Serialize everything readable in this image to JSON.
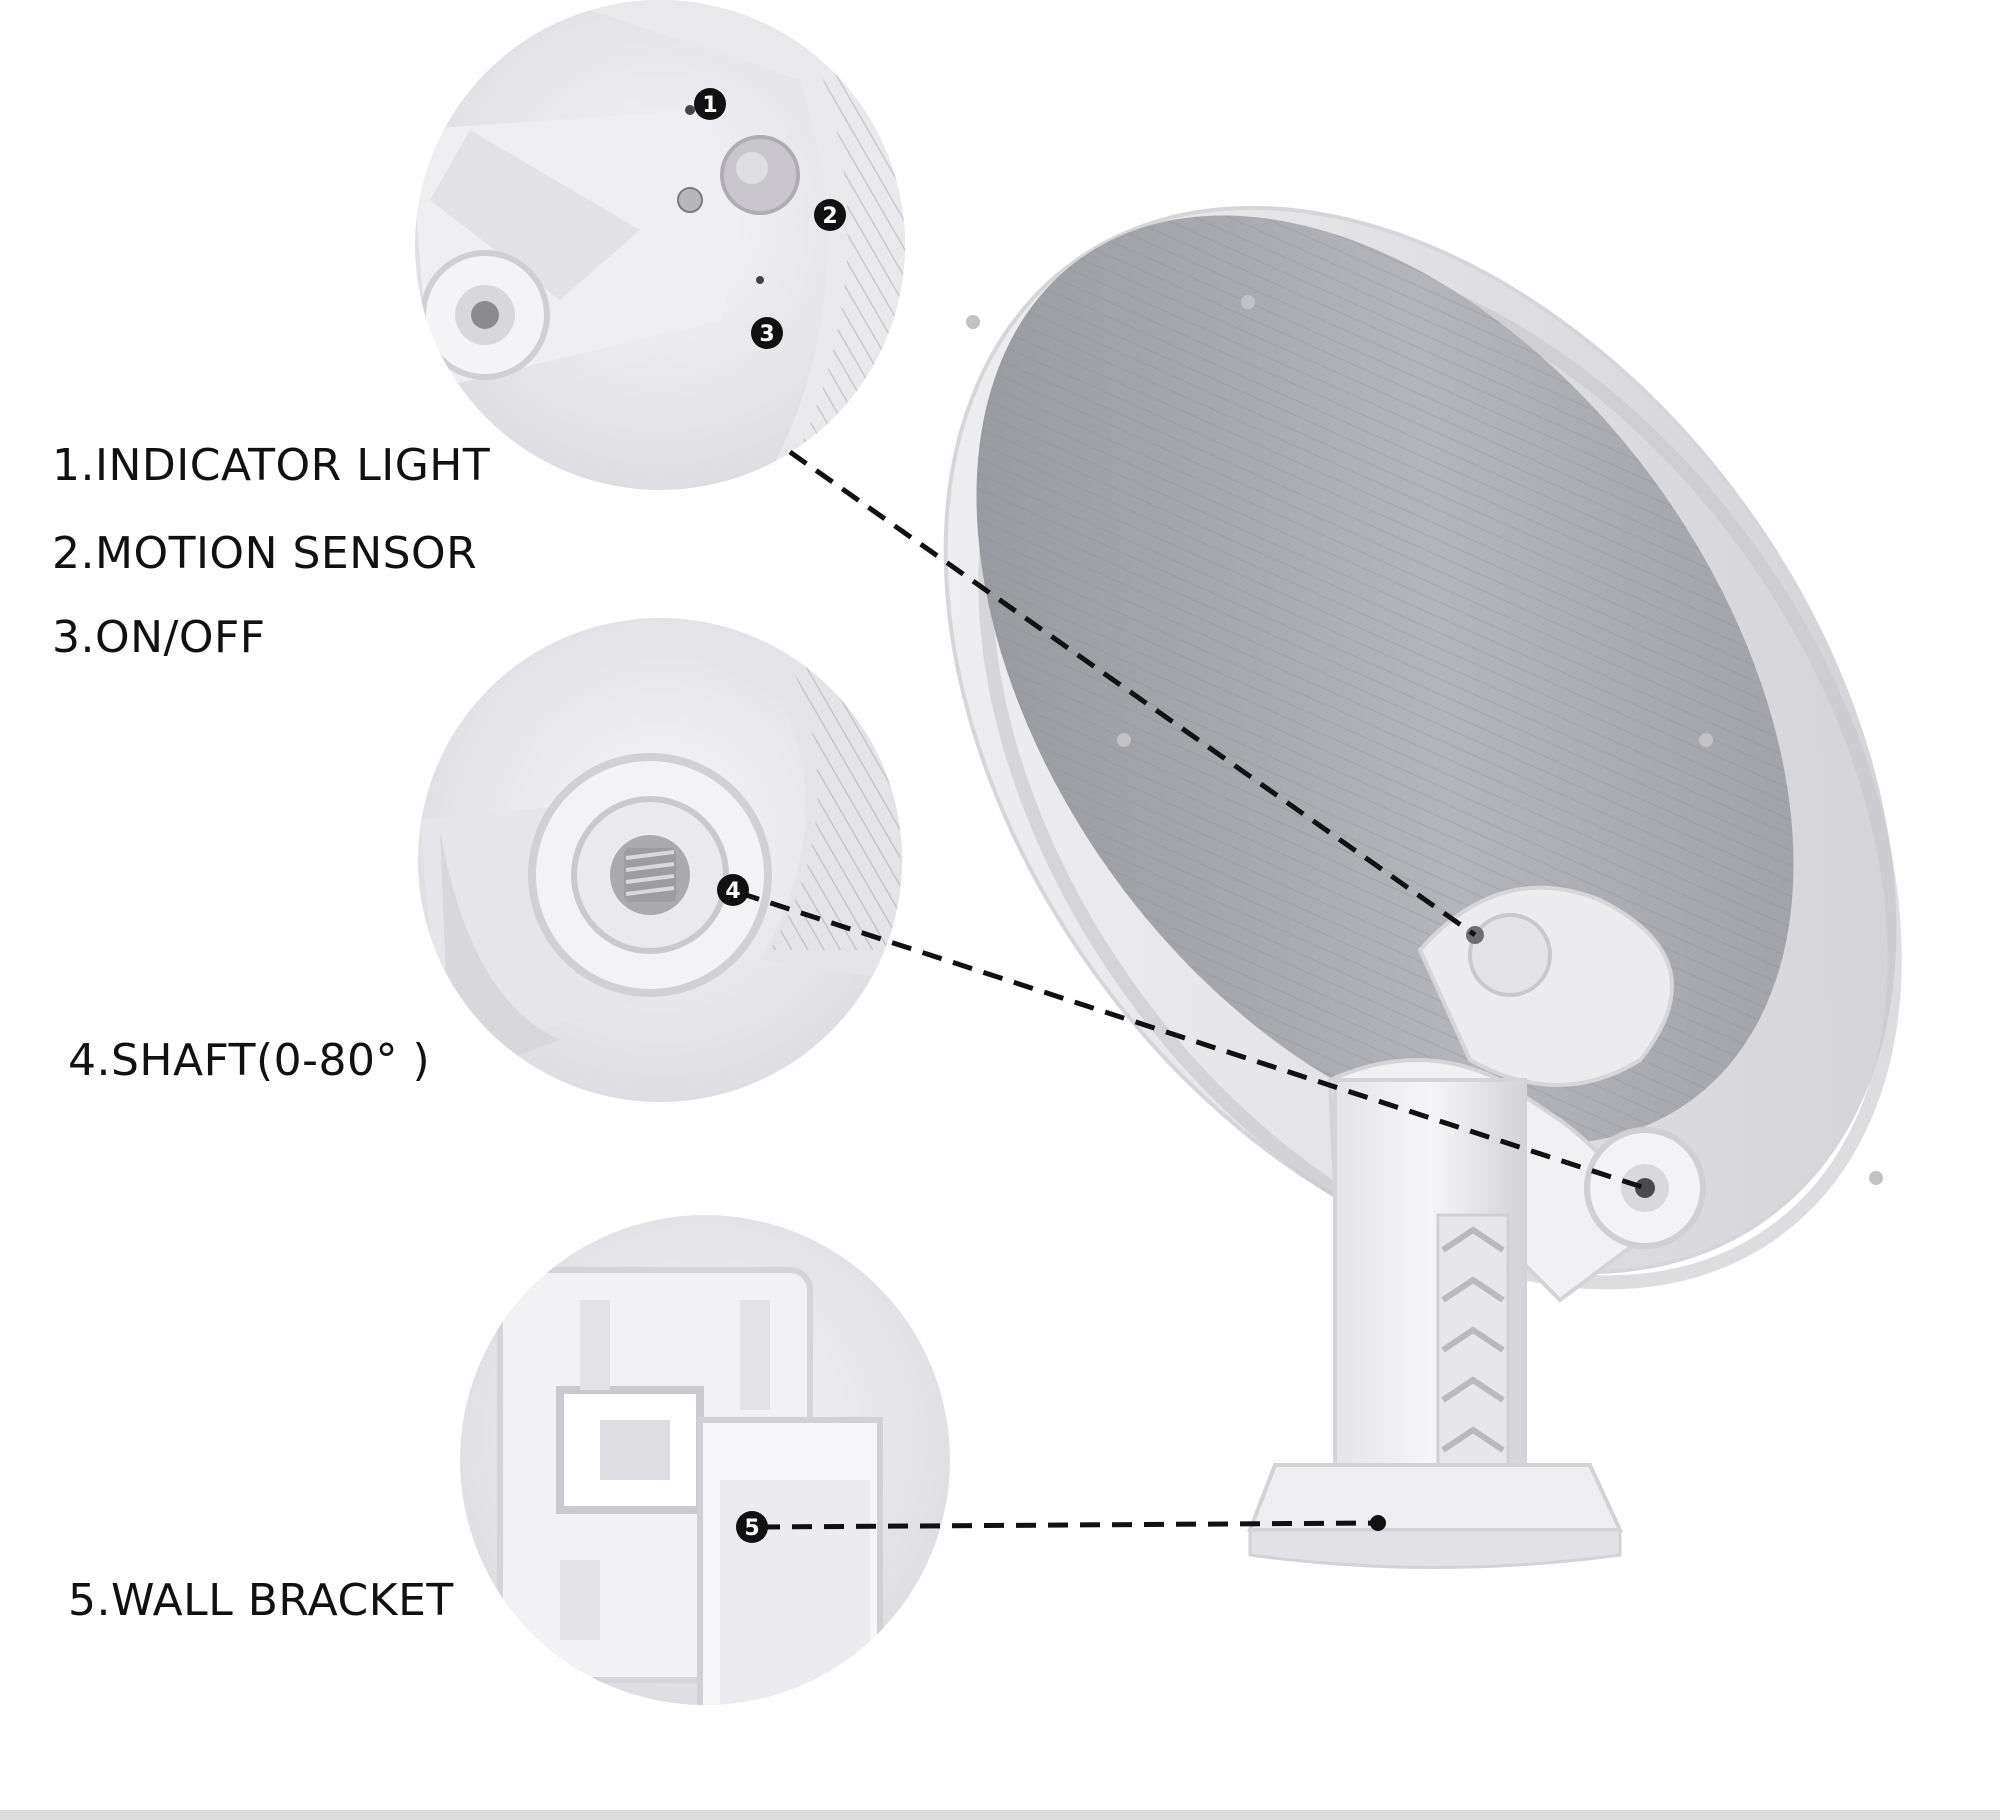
{
  "labels": {
    "indicator_light": "1.INDICATOR LIGHT",
    "motion_sensor": "2.MOTION SENSOR",
    "on_off": "3.ON/OFF",
    "shaft": "4.SHAFT(0-80° )",
    "wall_bracket": "5.WALL BRACKET"
  },
  "markers": {
    "m1": "1",
    "m2": "2",
    "m3": "3",
    "m4": "4",
    "m5": "5"
  },
  "colors": {
    "background": "#ffffff",
    "body_white": "#f2f2f4",
    "shadow_gray": "#c9c9cf",
    "panel_gray": "#9ea0a6",
    "text": "#111111",
    "leader_line": "#111111"
  }
}
